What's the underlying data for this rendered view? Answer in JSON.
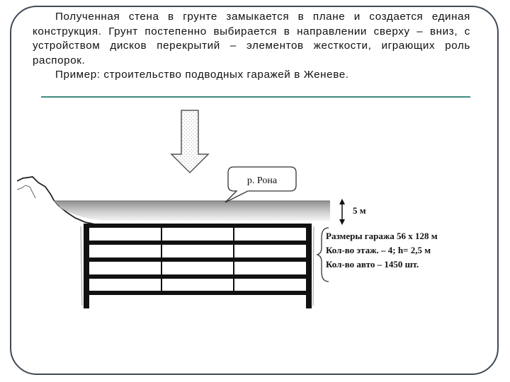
{
  "slide": {
    "paragraph1": "Полученная стена в грунте замыкается в плане и создается единая конструкция. Грунт постепенно выбирается в направлении сверху – вниз, с устройством дисков перекрытий – элементов жесткости, играющих роль распорок.",
    "paragraph2": "Пример: строительство подводных гаражей в Женеве."
  },
  "figure": {
    "river_label": "р. Рона",
    "depth_label": "5 м",
    "specs": [
      "Размеры гаража 56 х 128 м",
      "Кол-во этаж. – 4; h= 2,5 м",
      "Кол-во авто – 1450 шт."
    ]
  },
  "colors": {
    "frame": "#3f4a55",
    "rule": "#3d8a7f",
    "water_top": "#8e8e8e",
    "water_bottom": "#f4f4f4"
  }
}
